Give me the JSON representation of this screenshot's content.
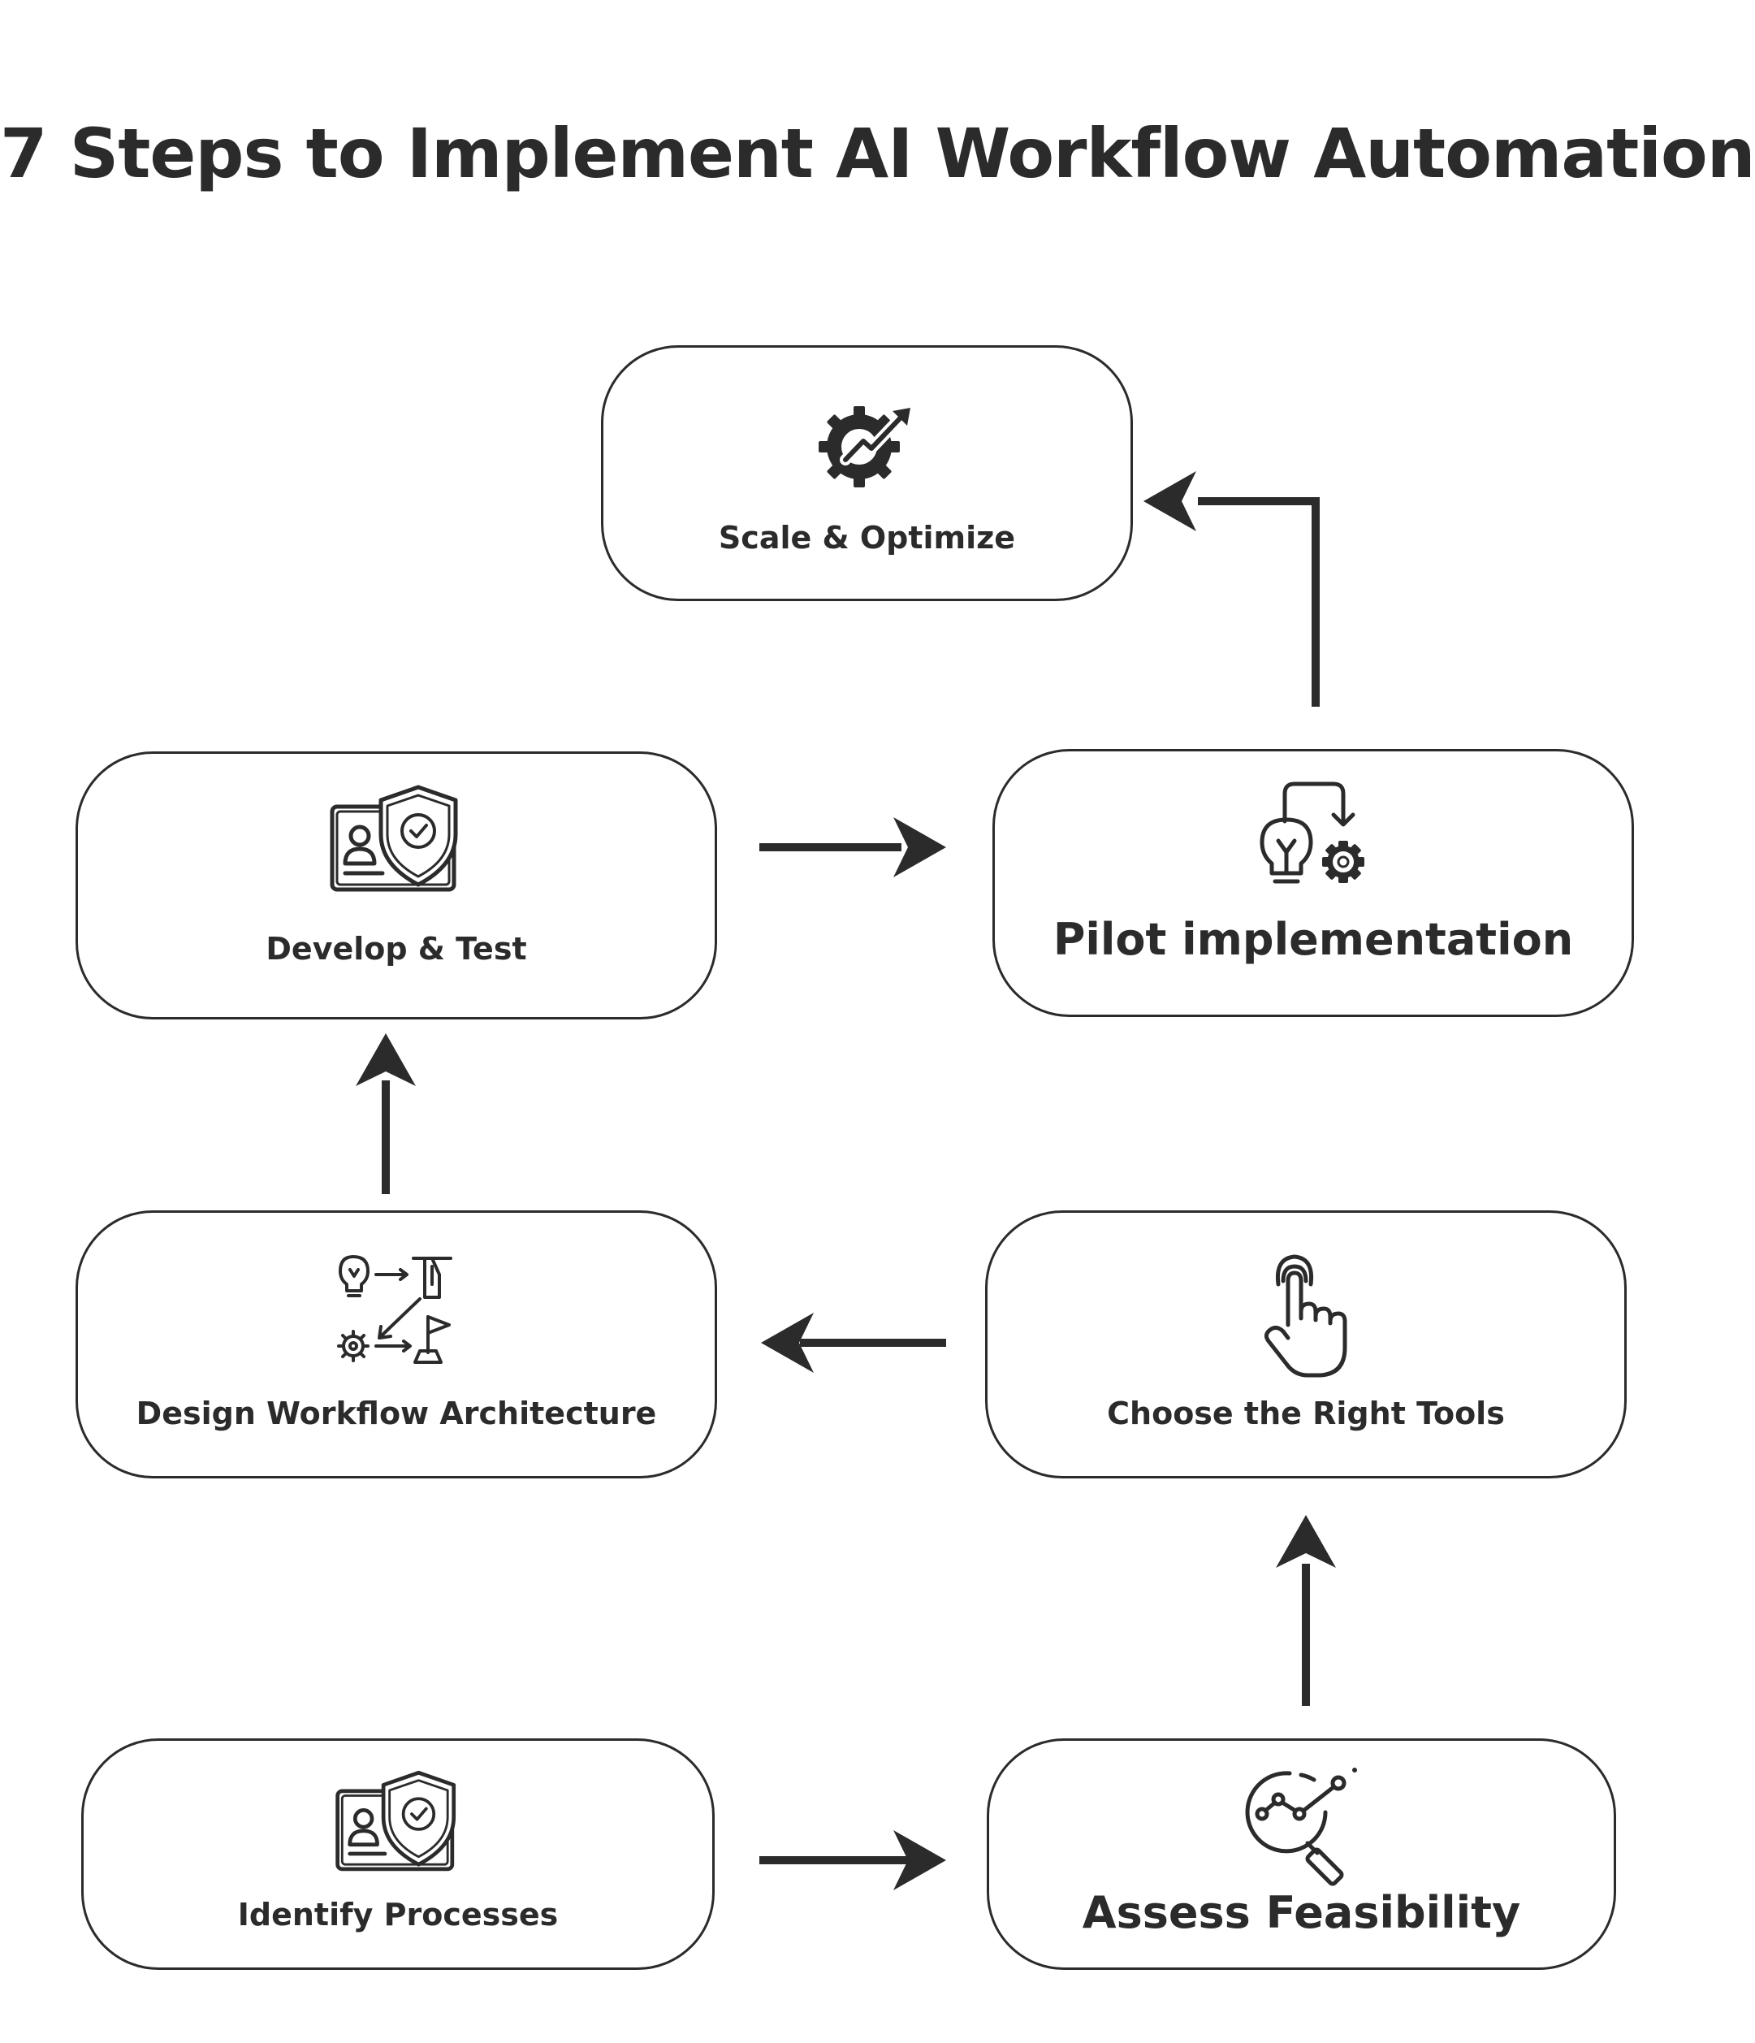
{
  "title": "7 Steps to Implement AI Workflow Automation",
  "steps": {
    "identify": {
      "label": "Identify Processes",
      "icon": "id-card-shield-icon"
    },
    "assess": {
      "label": "Assess Feasibility",
      "icon": "magnifier-analytics-icon"
    },
    "choose": {
      "label": "Choose the Right Tools",
      "icon": "hand-pointer-icon"
    },
    "design": {
      "label": "Design Workflow Architecture",
      "icon": "workflow-architecture-icon"
    },
    "develop": {
      "label": "Develop & Test",
      "icon": "id-card-shield-icon"
    },
    "pilot": {
      "label": "Pilot implementation",
      "icon": "lightbulb-gear-icon"
    },
    "scale": {
      "label": "Scale & Optimize",
      "icon": "gear-growth-icon"
    }
  },
  "colors": {
    "ink": "#2b2b2b",
    "background": "#ffffff"
  }
}
